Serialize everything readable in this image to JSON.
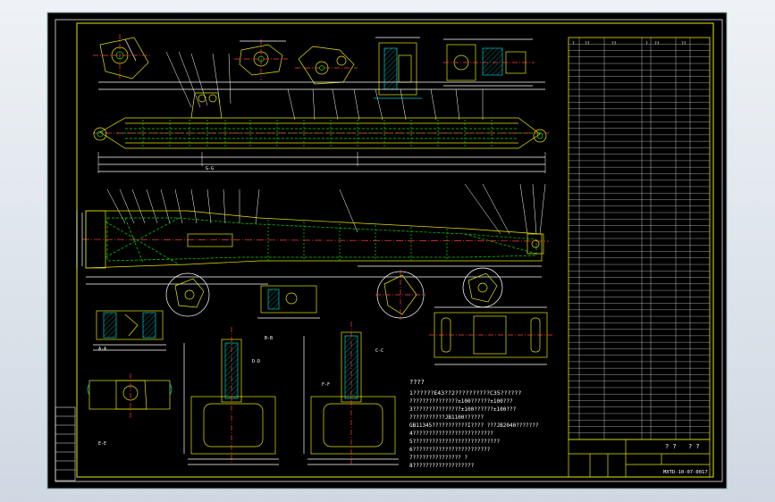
{
  "title_block": {
    "label_a": "? ?",
    "label_b": "? ?",
    "drawing_no": "MXTD-10-07-0017"
  },
  "notes": [
    "????",
    "1??????E43??2??????????C35??????",
    "  ???????????????±100??????±100???",
    "3???????????????±100??????±100???",
    "???????????JB1100??????",
    "GB11345???????????I????  ???JB2040???????",
    "4?????????????????????????",
    "5???????????????????????????",
    "6????????????????????????",
    "7???????????????  ?",
    "8???????????????????"
  ],
  "view_labels": [
    "A-A",
    "B-B",
    "C-C",
    "D-D",
    "E-E",
    "F-F",
    "G-G"
  ],
  "bom": {
    "header": [
      "?",
      "??",
      "??",
      "?",
      "??",
      "??"
    ],
    "row_count": 62
  }
}
